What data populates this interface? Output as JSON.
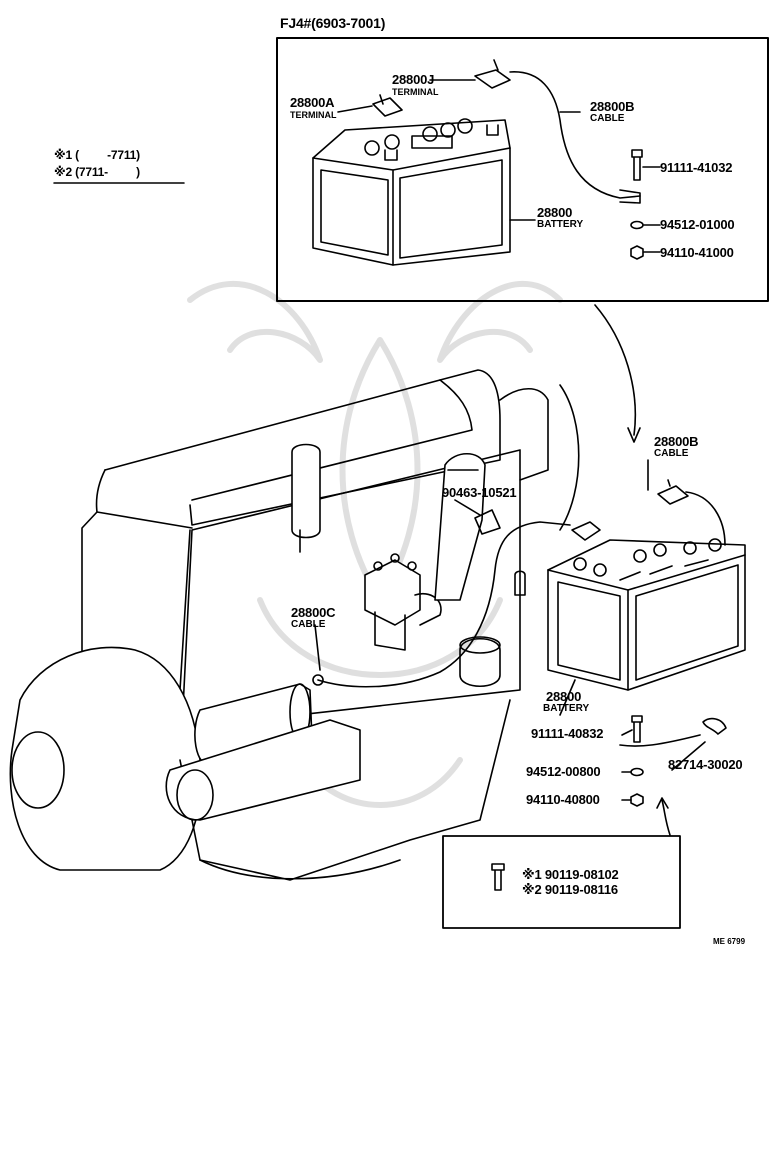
{
  "header": {
    "model_range": "FJ4#(6903-7001)"
  },
  "legend": {
    "note1": "※1 (         -7711)",
    "note2": "※2 (7711-         )"
  },
  "callouts": {
    "terminal_j": {
      "number": "28800J",
      "name": "TERMINAL"
    },
    "terminal_a": {
      "number": "28800A",
      "name": "TERMINAL"
    },
    "cable_b_top": {
      "number": "28800B",
      "name": "CABLE"
    },
    "bolt_top": {
      "number": "91111-41032"
    },
    "battery_top": {
      "number": "28800",
      "name": "BATTERY"
    },
    "washer_top": {
      "number": "94512-01000"
    },
    "nut_top": {
      "number": "94110-41000"
    },
    "cable_b_main": {
      "number": "28800B",
      "name": "CABLE"
    },
    "clamp": {
      "number": "90463-10521"
    },
    "cable_c": {
      "number": "28800C",
      "name": "CABLE"
    },
    "battery_main": {
      "number": "28800",
      "name": "BATTERY"
    },
    "bolt_main": {
      "number": "91111-40832"
    },
    "clip": {
      "number": "82714-30020"
    },
    "washer_main": {
      "number": "94512-00800"
    },
    "nut_main": {
      "number": "94110-40800"
    },
    "bolt_alt1": {
      "number": "※1 90119-08102"
    },
    "bolt_alt2": {
      "number": "※2 90119-08116"
    }
  },
  "footer": {
    "drawing_code": "ME 6799"
  }
}
